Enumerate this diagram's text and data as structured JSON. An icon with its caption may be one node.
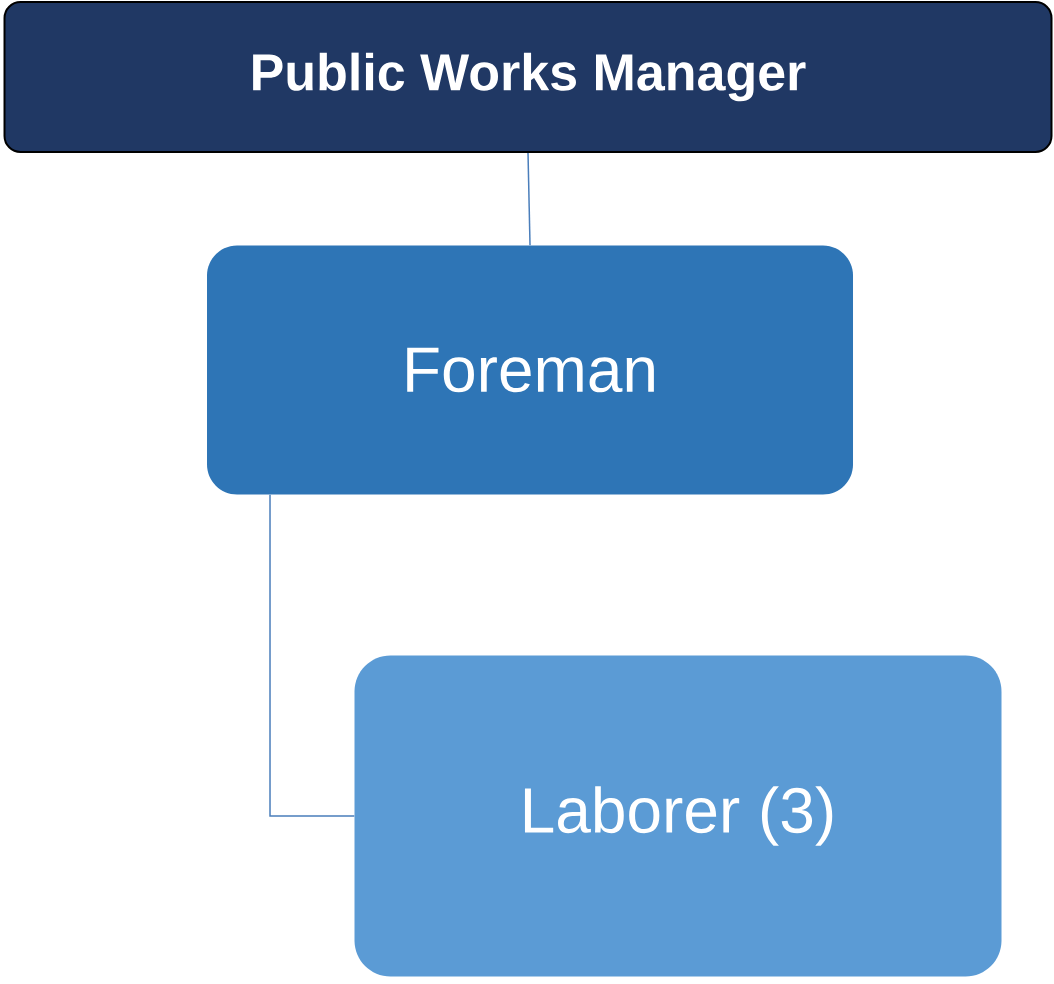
{
  "diagram": {
    "nodes": [
      {
        "text": [
          "Public Works Manager"
        ]
      },
      {
        "text": [
          "Foreman"
        ]
      },
      {
        "text": [
          "Laborer (3)"
        ]
      }
    ],
    "edges": [
      {
        "from": 0,
        "to": 1,
        "arrow": "none"
      },
      {
        "from": 1,
        "to": 2,
        "arrow": "none"
      }
    ]
  }
}
